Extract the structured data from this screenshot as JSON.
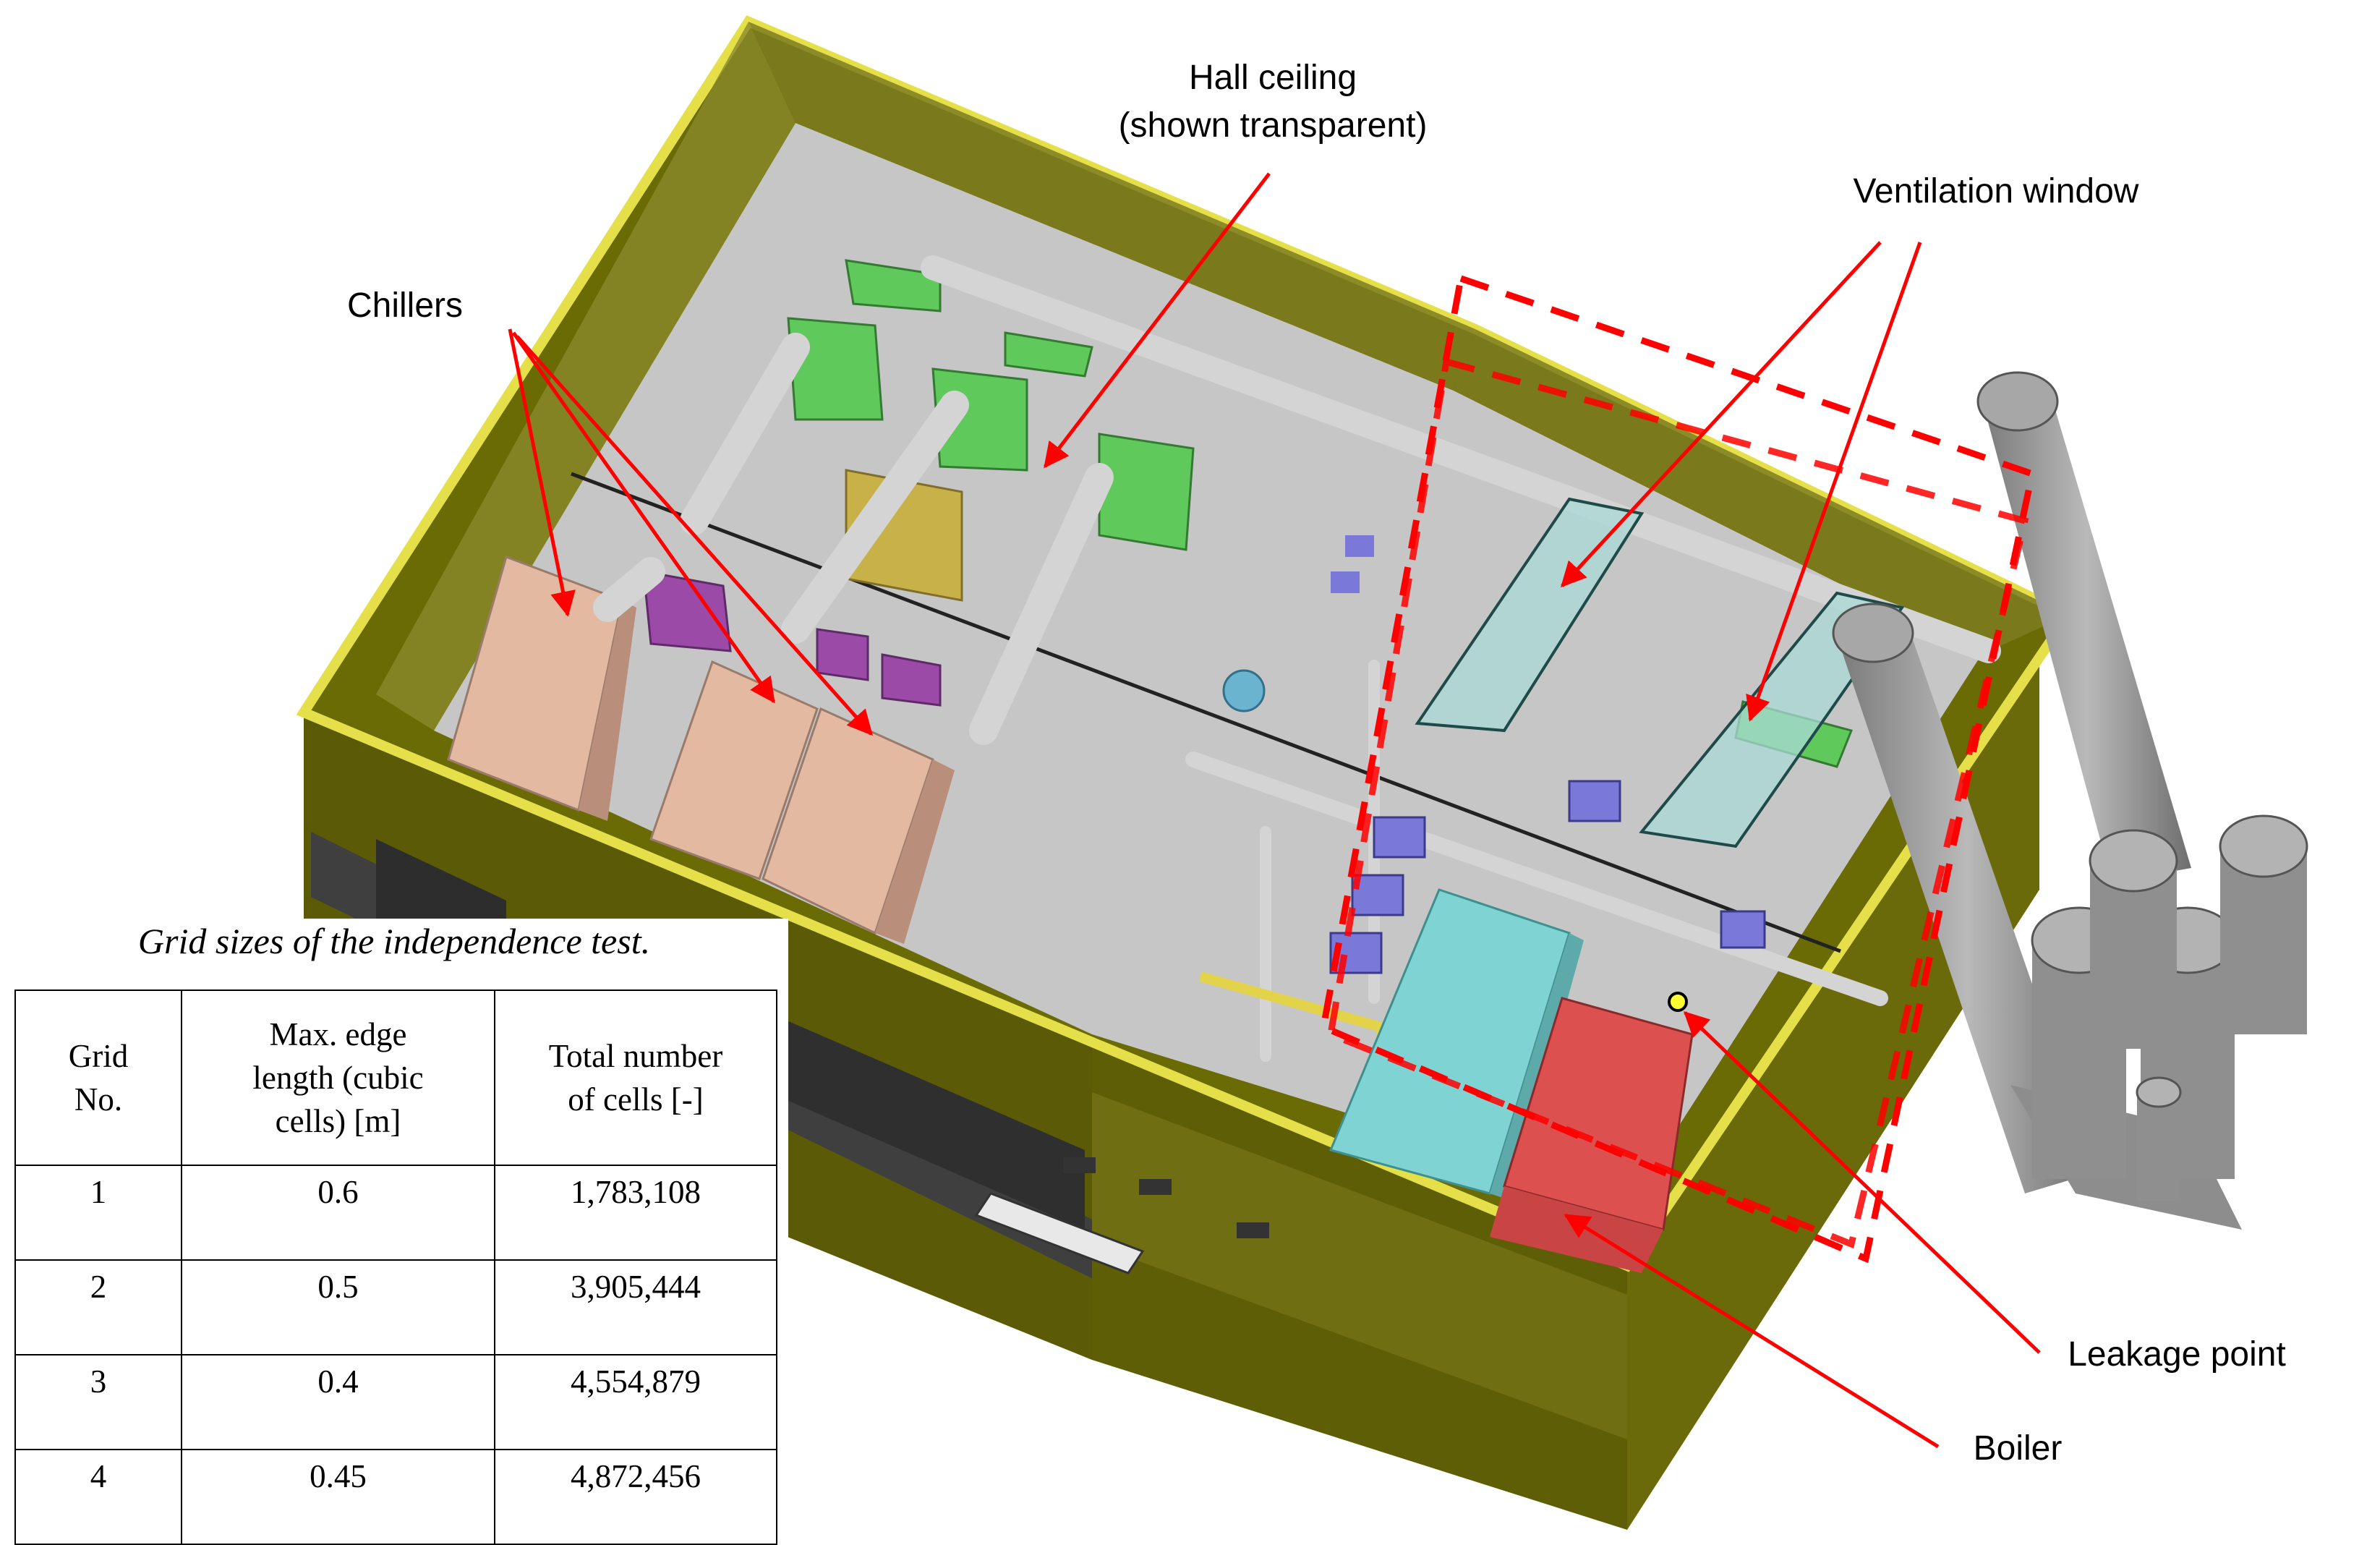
{
  "labels": {
    "hall_ceiling_line1": "Hall ceiling",
    "hall_ceiling_line2": "(shown transparent)",
    "ventilation_window": "Ventilation window",
    "chillers": "Chillers",
    "leakage_point": "Leakage point",
    "boiler": "Boiler"
  },
  "table": {
    "caption": "Grid sizes of the independence test.",
    "headers": [
      [
        "Grid",
        "No."
      ],
      [
        "Max. edge",
        "length (cubic",
        "cells) [m]"
      ],
      [
        "Total number",
        "of cells [-]"
      ]
    ],
    "rows": [
      [
        "1",
        "0.6",
        "1,783,108"
      ],
      [
        "2",
        "0.5",
        "3,905,444"
      ],
      [
        "3",
        "0.4",
        "4,554,879"
      ],
      [
        "4",
        "0.45",
        "4,872,456"
      ]
    ]
  },
  "colors": {
    "wall": "#6b6b05",
    "wall_edge": "#e5e04a",
    "floor": "#c6c6c6",
    "chiller": "#e3b9a1",
    "green_unit": "#5fc95c",
    "yellow_unit": "#c9b14a",
    "purple_unit": "#9b4aa8",
    "blue_unit": "#7a78d8",
    "cyan_tank": "#7fd3d3",
    "boiler": "#dd5050",
    "pipe": "#d4d4d4",
    "stack": "#a0a0a0",
    "callout": "#ff0000"
  }
}
